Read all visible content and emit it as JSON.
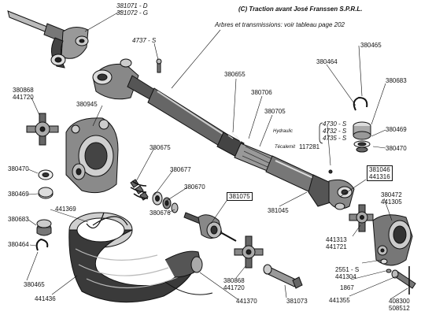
{
  "copyright": "(C) Traction avant José Franssen  S.P.R.L.",
  "caption": "Arbres et transmissions: voir tableau page 202",
  "labels": {
    "l381071": "381071 - D",
    "l381072": "381072 - G",
    "l4737": "4737 - S",
    "l380655": "380655",
    "l380706": "380706",
    "l380705": "380705",
    "l380464a": "380464",
    "l380465a": "380465",
    "l380683a": "380683",
    "l380469a": "380469",
    "l380470a": "380470",
    "l4730": "4730 - S",
    "l4732": "4732 - S",
    "l4735": "4735 - S",
    "hydraulic": "Hydraulic",
    "tecalemit": "Técalemit",
    "l117281": "117281",
    "l380868a": "380868",
    "l441720a": "441720",
    "l380945": "380945",
    "l380675": "380675",
    "l380677": "380677",
    "l380670": "380670",
    "l380676": "380676",
    "l381075": "381075",
    "l380470b": "380470",
    "l380469b": "380469",
    "l441369": "441369",
    "l380683b": "380683",
    "l380464b": "380464",
    "l380465b": "380465",
    "l441436": "441436",
    "l441370": "441370",
    "l380868b": "380868",
    "l441720b": "441720",
    "l381073": "381073",
    "l381045": "381045",
    "l381046": "381046",
    "l441316": "441316",
    "l380472": "380472",
    "l441305": "441305",
    "l441313": "441313",
    "l441721": "441721",
    "l2551": "2551 - S",
    "l441304": "441304",
    "l1867": "1867",
    "l441355": "441355",
    "l408300": "408300",
    "l508512": "508512"
  }
}
